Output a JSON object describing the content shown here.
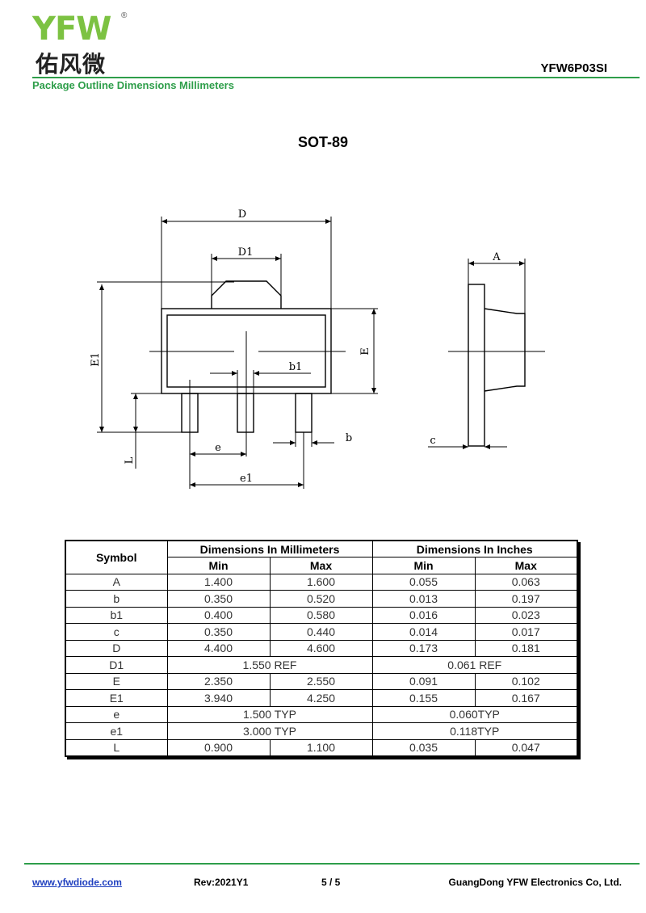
{
  "header": {
    "logo_text": "YFW",
    "logo_cn": "佑风微",
    "logo_reg": "®",
    "part_number": "YFW6P03SI",
    "subtitle": "Package Outline Dimensions Millimeters"
  },
  "package_title": "SOT-89",
  "drawing_labels": {
    "D": "D",
    "D1": "D1",
    "E1": "E1",
    "E": "E",
    "b1": "b1",
    "L": "L",
    "e": "e",
    "b": "b",
    "e1": "e1",
    "A": "A",
    "c": "c"
  },
  "table": {
    "symbol_header": "Symbol",
    "mm_header": "Dimensions In Millimeters",
    "in_header": "Dimensions In Inches",
    "min_label": "Min",
    "max_label": "Max",
    "rows": [
      {
        "sym": "A",
        "mm_min": "1.400",
        "mm_max": "1.600",
        "in_min": "0.055",
        "in_max": "0.063"
      },
      {
        "sym": "b",
        "mm_min": "0.350",
        "mm_max": "0.520",
        "in_min": "0.013",
        "in_max": "0.197"
      },
      {
        "sym": "b1",
        "mm_min": "0.400",
        "mm_max": "0.580",
        "in_min": "0.016",
        "in_max": "0.023"
      },
      {
        "sym": "c",
        "mm_min": "0.350",
        "mm_max": "0.440",
        "in_min": "0.014",
        "in_max": "0.017"
      },
      {
        "sym": "D",
        "mm_min": "4.400",
        "mm_max": "4.600",
        "in_min": "0.173",
        "in_max": "0.181"
      },
      {
        "sym": "D1",
        "mm_span": "1.550 REF",
        "in_span": "0.061 REF"
      },
      {
        "sym": "E",
        "mm_min": "2.350",
        "mm_max": "2.550",
        "in_min": "0.091",
        "in_max": "0.102"
      },
      {
        "sym": "E1",
        "mm_min": "3.940",
        "mm_max": "4.250",
        "in_min": "0.155",
        "in_max": "0.167"
      },
      {
        "sym": "e",
        "mm_span": "1.500 TYP",
        "in_span": "0.060TYP"
      },
      {
        "sym": "e1",
        "mm_span": "3.000 TYP",
        "in_span": "0.118TYP"
      },
      {
        "sym": "L",
        "mm_min": "0.900",
        "mm_max": "1.100",
        "in_min": "0.035",
        "in_max": "0.047"
      }
    ]
  },
  "footer": {
    "url": "www.yfwdiode.com",
    "rev": "Rev:2021Y1",
    "page": "5 / 5",
    "company": "GuangDong YFW Electronics Co, Ltd."
  },
  "colors": {
    "brand_green": "#2e9e4a",
    "logo_green": "#7cc242",
    "logo_orange": "#f39a2e",
    "link_blue": "#1f3fbf"
  }
}
